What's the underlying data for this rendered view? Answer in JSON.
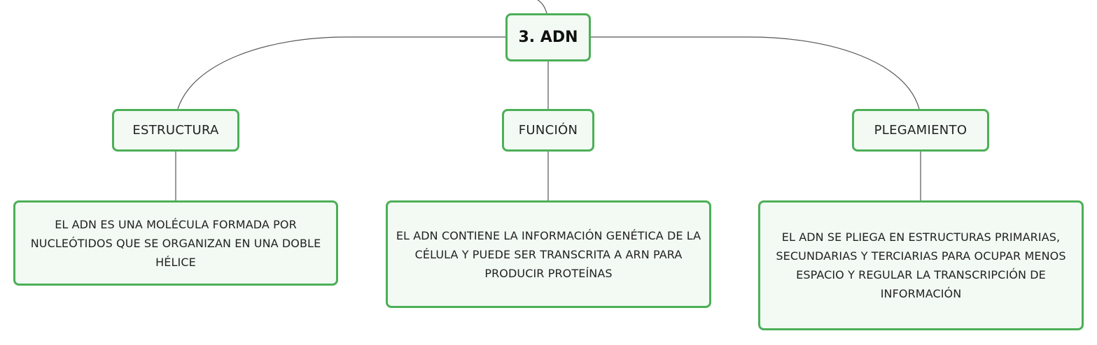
{
  "root": {
    "label": "3. ADN"
  },
  "topics": [
    {
      "label": "ESTRUCTURA"
    },
    {
      "label": "FUNCIÓN"
    },
    {
      "label": "PLEGAMIENTO"
    }
  ],
  "details": [
    {
      "text": "EL ADN ES UNA MOLÉCULA FORMADA POR NUCLEÓTIDOS QUE SE ORGANIZAN EN UNA DOBLE HÉLICE"
    },
    {
      "text": "EL ADN CONTIENE LA INFORMACIÓN GENÉTICA DE LA CÉLULA Y PUEDE SER TRANSCRITA A ARN PARA PRODUCIR PROTEÍNAS"
    },
    {
      "text": "EL ADN SE PLIEGA EN ESTRUCTURAS PRIMARIAS, SECUNDARIAS Y TERCIARIAS PARA OCUPAR MENOS ESPACIO Y REGULAR LA TRANSCRIPCIÓN DE INFORMACIÓN"
    }
  ],
  "colors": {
    "node_border": "#4caf57",
    "node_fill": "#f2faf3",
    "connector": "#555555"
  }
}
